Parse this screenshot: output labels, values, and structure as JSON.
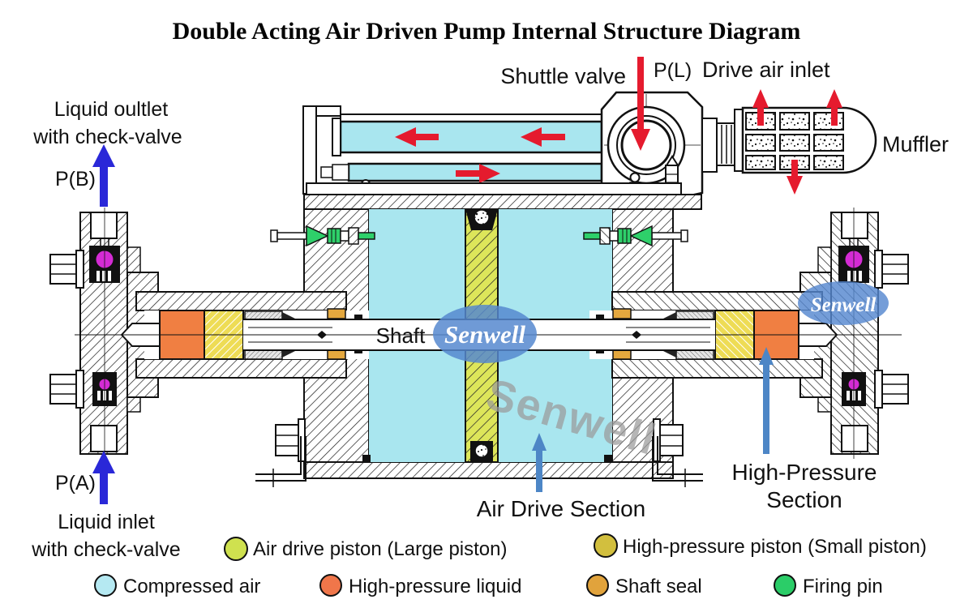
{
  "title": "Double Acting Air Driven Pump Internal Structure Diagram",
  "brand": {
    "logo": "Senwell",
    "watermark": "Senwell"
  },
  "labels": {
    "shuttle_valve": "Shuttle valve",
    "p_l": "P(L)",
    "drive_air_inlet": "Drive air inlet",
    "muffler": "Muffler",
    "liquid_outlet_line1": "Liquid oultlet",
    "liquid_outlet_line2": "with check-valve",
    "p_b": "P(B)",
    "p_a": "P(A)",
    "liquid_inlet_line1": "Liquid inlet",
    "liquid_inlet_line2": "with check-valve",
    "shaft": "Shaft",
    "air_drive_section": "Air Drive Section",
    "high_pressure_line1": "High-Pressure",
    "high_pressure_line2": "Section"
  },
  "legend": {
    "air_drive_piston": {
      "label": "Air drive piston (Large piston)",
      "color": "#cfe14f"
    },
    "high_pressure_piston": {
      "label": "High-pressure piston (Small piston)",
      "color": "#d2bf3e"
    },
    "compressed_air": {
      "label": "Compressed air",
      "color": "#b5e9f2"
    },
    "high_pressure_liquid": {
      "label": "High-pressure liquid",
      "color": "#f0764a"
    },
    "shaft_seal": {
      "label": "Shaft seal",
      "color": "#e1a33c"
    },
    "firing_pin": {
      "label": "Firing pin",
      "color": "#2bcd68"
    }
  },
  "colors": {
    "compressed_air_fill": "#a9e6ef",
    "large_piston_fill": "#dde65a",
    "small_piston_fill": "#eedc55",
    "high_pressure_liquid_fill": "#f07f42",
    "shaft_seal_fill": "#e5a83e",
    "firing_pin_fill": "#2ed06a",
    "check_ball_fill": "#d42bd4",
    "red_arrow": "#e51b2e",
    "blue_arrow": "#2a28d8",
    "section_arrow": "#4d86c6",
    "logo_blue": "#5688cf"
  }
}
